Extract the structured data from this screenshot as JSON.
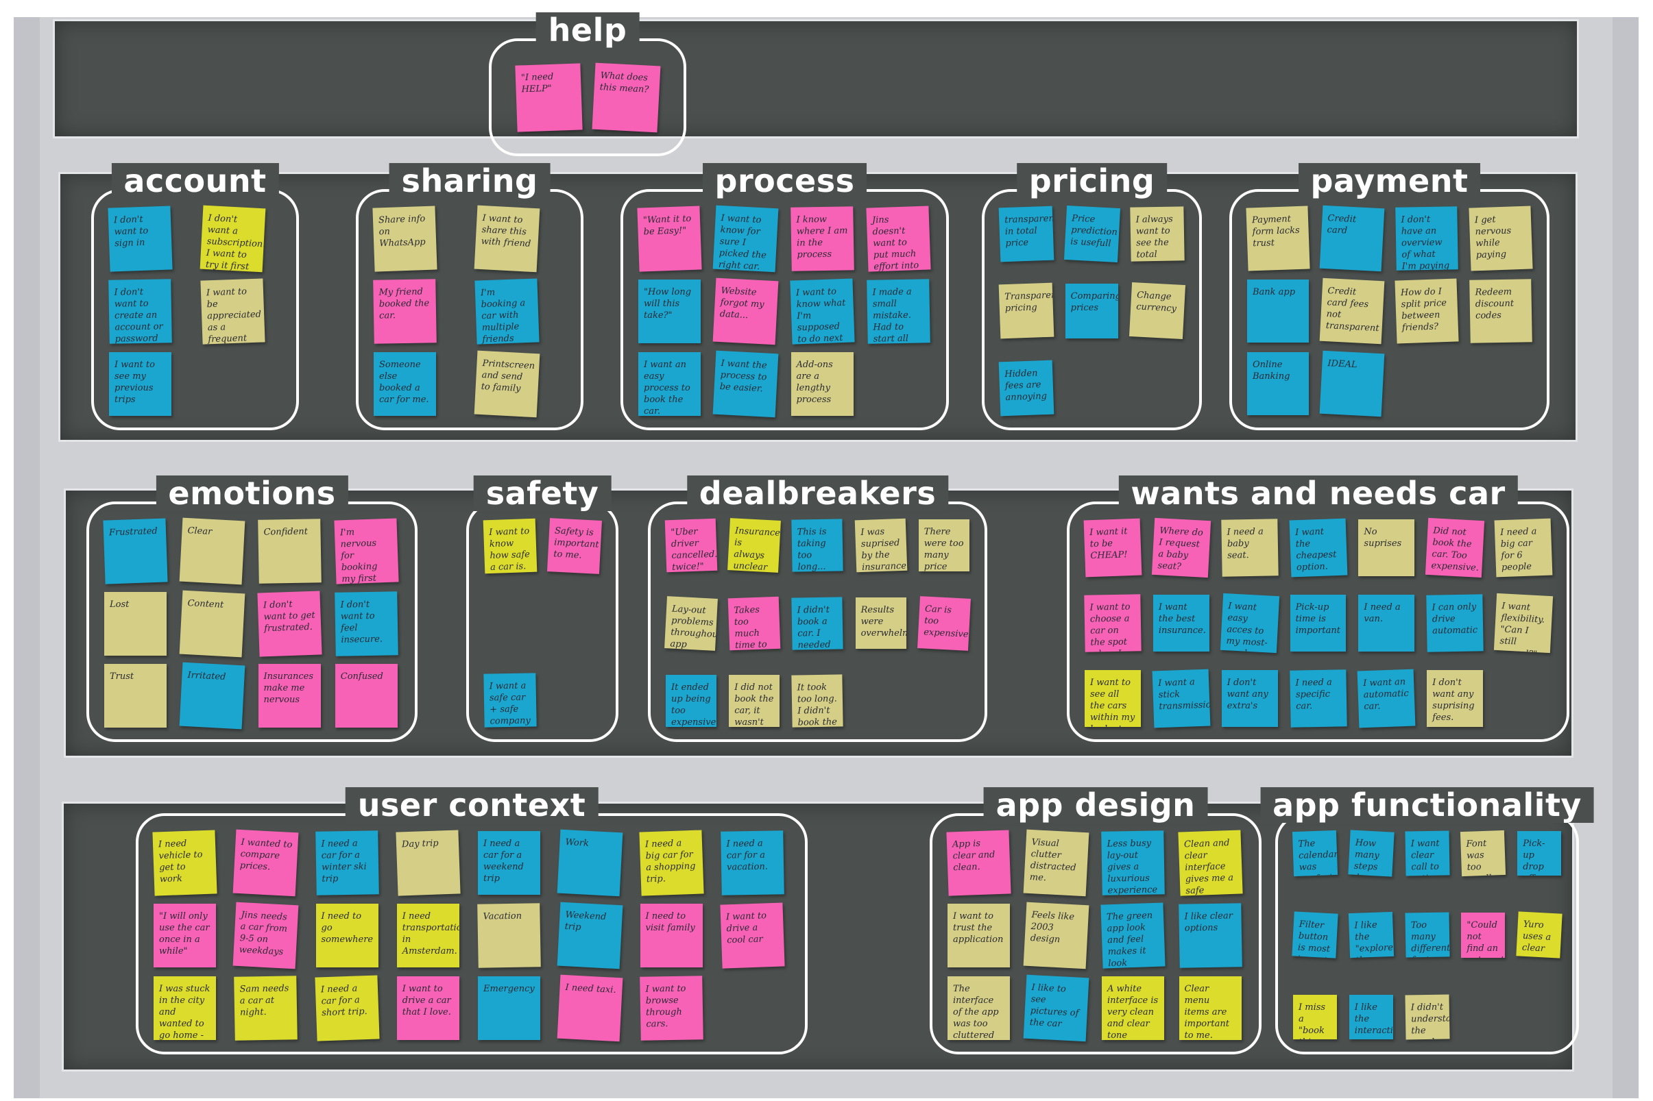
{
  "palette": {
    "b": "#1aa6cf",
    "k": "#d5ce86",
    "y": "#dcdc2c",
    "p": "#f762b6"
  },
  "groups": [
    {
      "title": "help",
      "notes": [
        {
          "text": "\"I need HELP\"",
          "color": "p"
        },
        {
          "text": "What does this mean?",
          "color": "p"
        }
      ]
    },
    {
      "title": "account",
      "notes": [
        {
          "text": "I don't want to sign in",
          "color": "b"
        },
        {
          "text": "I don't want a subscription. I want to try it first",
          "color": "y"
        },
        {
          "text": "I don't want to create an account or password",
          "color": "b"
        },
        {
          "text": "I want to be appreciated as a frequent user",
          "color": "k"
        },
        {
          "text": "I want to see my previous trips",
          "color": "b"
        }
      ]
    },
    {
      "title": "sharing",
      "notes": [
        {
          "text": "Share info on WhatsApp",
          "color": "k"
        },
        {
          "text": "I want to share this with friend",
          "color": "k"
        },
        {
          "text": "My friend booked the car.",
          "color": "p"
        },
        {
          "text": "I'm booking a car with multiple friends",
          "color": "b"
        },
        {
          "text": "Someone else booked a car for me.",
          "color": "b"
        },
        {
          "text": "Printscreen and send to family",
          "color": "k"
        }
      ]
    },
    {
      "title": "process",
      "notes": [
        {
          "text": "\"Want it to be Easy!\"",
          "color": "p"
        },
        {
          "text": "I want to know for sure I picked the right car.",
          "color": "b"
        },
        {
          "text": "I know where I am in the process",
          "color": "p"
        },
        {
          "text": "Jins doesn't want to put much effort into booking a car.",
          "color": "p"
        },
        {
          "text": "\"How long will this take?\"",
          "color": "b"
        },
        {
          "text": "Website forgot my data...",
          "color": "p"
        },
        {
          "text": "I want to know what I'm supposed to do next",
          "color": "b"
        },
        {
          "text": "I made a small mistake. Had to start all over again...",
          "color": "b"
        },
        {
          "text": "I want an easy process to book the car.",
          "color": "b"
        },
        {
          "text": "I want the process to be easier.",
          "color": "b"
        },
        {
          "text": "Add-ons are a lengthy process",
          "color": "k"
        }
      ]
    },
    {
      "title": "pricing",
      "notes": [
        {
          "text": "transparency in total price",
          "color": "b"
        },
        {
          "text": "Price prediction is usefull",
          "color": "b"
        },
        {
          "text": "I always want to see the total price",
          "color": "k"
        },
        {
          "text": "Transparent pricing",
          "color": "k"
        },
        {
          "text": "Comparing prices",
          "color": "b"
        },
        {
          "text": "Change currency",
          "color": "k"
        },
        {
          "text": "Hidden fees are annoying",
          "color": "b"
        }
      ]
    },
    {
      "title": "payment",
      "notes": [
        {
          "text": "Payment form lacks trust",
          "color": "k"
        },
        {
          "text": "Credit card",
          "color": "b"
        },
        {
          "text": "I don't have an overview of what I'm paying",
          "color": "b"
        },
        {
          "text": "I get nervous while paying",
          "color": "k"
        },
        {
          "text": "Bank app",
          "color": "b"
        },
        {
          "text": "Credit card fees not transparent",
          "color": "k"
        },
        {
          "text": "How do I split price between friends?",
          "color": "k"
        },
        {
          "text": "Redeem discount codes",
          "color": "k"
        },
        {
          "text": "Online Banking",
          "color": "b"
        },
        {
          "text": "IDEAL",
          "color": "b"
        }
      ]
    },
    {
      "title": "emotions",
      "notes": [
        {
          "text": "Frustrated",
          "color": "b"
        },
        {
          "text": "Clear",
          "color": "k"
        },
        {
          "text": "Confident",
          "color": "k"
        },
        {
          "text": "I'm nervous for booking my first trip.",
          "color": "p"
        },
        {
          "text": "Lost",
          "color": "k"
        },
        {
          "text": "Content",
          "color": "k"
        },
        {
          "text": "I don't want to get frustrated.",
          "color": "p"
        },
        {
          "text": "I don't want to feel insecure.",
          "color": "b"
        },
        {
          "text": "Trust",
          "color": "k"
        },
        {
          "text": "Irritated",
          "color": "b"
        },
        {
          "text": "Insurances make me nervous",
          "color": "p"
        },
        {
          "text": "Confused",
          "color": "p"
        }
      ]
    },
    {
      "title": "safety",
      "notes": [
        {
          "text": "I want to know how safe a car is.",
          "color": "y"
        },
        {
          "text": "Safety is important to me.",
          "color": "p"
        },
        {
          "text": "I want a safe car + safe company",
          "color": "b"
        }
      ]
    },
    {
      "title": "dealbreakers",
      "notes": [
        {
          "text": "\"Uber driver cancelled... twice!\"",
          "color": "p"
        },
        {
          "text": "Insurance is always unclear to me",
          "color": "y"
        },
        {
          "text": "This is taking too long...",
          "color": "b"
        },
        {
          "text": "I was suprised by the insurance fee. Didn't like that",
          "color": "k"
        },
        {
          "text": "There were too many price additions. Cancelled the car",
          "color": "k"
        },
        {
          "text": "Lay-out problems throughout app",
          "color": "k"
        },
        {
          "text": "Takes too much time to load page.",
          "color": "p"
        },
        {
          "text": "I didn't book a car. I needed to think about it.",
          "color": "b"
        },
        {
          "text": "Results were overwhelming",
          "color": "k"
        },
        {
          "text": "Car is too expensive",
          "color": "p"
        },
        {
          "text": "It ended up being too expensive",
          "color": "b"
        },
        {
          "text": "I did not book the car, it wasn't clear for me",
          "color": "k"
        },
        {
          "text": "It took too long. I didn't book the car.",
          "color": "k"
        }
      ]
    },
    {
      "title": "wants and needs car",
      "notes": [
        {
          "text": "I want it to be CHEAP!",
          "color": "p"
        },
        {
          "text": "Where do I request a baby seat?",
          "color": "p"
        },
        {
          "text": "I need a baby seat.",
          "color": "k"
        },
        {
          "text": "I want the cheapest option.",
          "color": "b"
        },
        {
          "text": "No suprises",
          "color": "k"
        },
        {
          "text": "Did not book the car. Too expensive.",
          "color": "p"
        },
        {
          "text": "I need a big car for 6 people",
          "color": "k"
        },
        {
          "text": "I want to choose a car on the spot when I pick it up.",
          "color": "p"
        },
        {
          "text": "I want the best insurance.",
          "color": "b"
        },
        {
          "text": "I want easy acces to my most-used locations.",
          "color": "b"
        },
        {
          "text": "Pick-up time is important",
          "color": "b"
        },
        {
          "text": "I need a van.",
          "color": "b"
        },
        {
          "text": "I can only drive automatic",
          "color": "b"
        },
        {
          "text": "I want flexibility. \"Can I still cancel?\"",
          "color": "k"
        },
        {
          "text": "I want to see all the cars within my budget.",
          "color": "y"
        },
        {
          "text": "I want a stick transmission",
          "color": "b"
        },
        {
          "text": "I don't want any extra's",
          "color": "b"
        },
        {
          "text": "I need a specific car.",
          "color": "b"
        },
        {
          "text": "I want an automatic car.",
          "color": "b"
        },
        {
          "text": "I don't want any suprising fees.",
          "color": "k"
        }
      ]
    },
    {
      "title": "user context",
      "notes": [
        {
          "text": "I need vehicle to get to work",
          "color": "y"
        },
        {
          "text": "I wanted to compare prices.",
          "color": "p"
        },
        {
          "text": "I need a car for a winter ski trip",
          "color": "b"
        },
        {
          "text": "Day trip",
          "color": "k"
        },
        {
          "text": "I need a car for a weekend trip",
          "color": "b"
        },
        {
          "text": "Work",
          "color": "b"
        },
        {
          "text": "I need a big car for a shopping trip.",
          "color": "y"
        },
        {
          "text": "I need a car for a vacation.",
          "color": "b"
        },
        {
          "text": "\"I will only use the car once in a while\"",
          "color": "p"
        },
        {
          "text": "Jins needs a car from 9-5 on weekdays",
          "color": "p"
        },
        {
          "text": "I need to go somewhere",
          "color": "y"
        },
        {
          "text": "I need transportation in Amsterdam.",
          "color": "y"
        },
        {
          "text": "Vacation",
          "color": "k"
        },
        {
          "text": "Weekend trip",
          "color": "b"
        },
        {
          "text": "I need to visit family",
          "color": "p"
        },
        {
          "text": "I want to drive a cool car",
          "color": "p"
        },
        {
          "text": "I was stuck in the city and wanted to go home -> needed car",
          "color": "y"
        },
        {
          "text": "Sam needs a car at night.",
          "color": "y"
        },
        {
          "text": "I need a car for a short trip.",
          "color": "y"
        },
        {
          "text": "I want to drive a car that I love.",
          "color": "p"
        },
        {
          "text": "Emergency",
          "color": "b"
        },
        {
          "text": "I need taxi.",
          "color": "p"
        },
        {
          "text": "I want to browse through cars.",
          "color": "p"
        }
      ]
    },
    {
      "title": "app design",
      "notes": [
        {
          "text": "App is clear and clean.",
          "color": "p"
        },
        {
          "text": "Visual clutter distracted me.",
          "color": "k"
        },
        {
          "text": "Less busy lay-out gives a luxurious experience",
          "color": "b"
        },
        {
          "text": "Clean and clear interface gives me a safe feeling",
          "color": "y"
        },
        {
          "text": "I want to trust the application",
          "color": "k"
        },
        {
          "text": "Feels like 2003 design",
          "color": "k"
        },
        {
          "text": "The green app look and feel makes it look environmental",
          "color": "b"
        },
        {
          "text": "I like clear options",
          "color": "b"
        },
        {
          "text": "The interface of the app was too cluttered",
          "color": "k"
        },
        {
          "text": "I like to see pictures of the car",
          "color": "b"
        },
        {
          "text": "A white interface is very clean and clear tone",
          "color": "y"
        },
        {
          "text": "Clear menu items are important to me.",
          "color": "y"
        }
      ]
    },
    {
      "title": "app functionality",
      "notes": [
        {
          "text": "The calendar was confusing to me",
          "color": "b"
        },
        {
          "text": "How many steps does the process take?",
          "color": "b"
        },
        {
          "text": "I want clear call to actions",
          "color": "b"
        },
        {
          "text": "Font was too small. Couldn't read it.",
          "color": "k"
        },
        {
          "text": "Pick-up drop off needs to be clear",
          "color": "b"
        },
        {
          "text": "Filter button is most important",
          "color": "b"
        },
        {
          "text": "I like the \"explore the app\" function",
          "color": "b"
        },
        {
          "text": "Too many different font sizes",
          "color": "b"
        },
        {
          "text": "\"Could not find an automatic transmission\"",
          "color": "p"
        },
        {
          "text": "Yuro uses a clear pop-up for call to action",
          "color": "y"
        },
        {
          "text": "I miss a \"book this car now\" button on the green wheels app",
          "color": "y"
        },
        {
          "text": "I like the interactive map",
          "color": "b"
        },
        {
          "text": "I didn't understand the words in the app",
          "color": "k"
        }
      ]
    }
  ]
}
